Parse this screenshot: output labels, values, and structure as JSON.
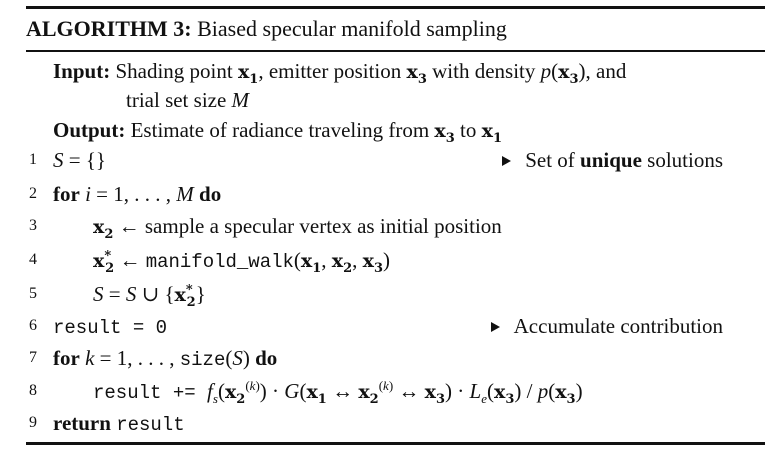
{
  "algorithm": {
    "label": "ALGORITHM 3:",
    "title": "Biased specular manifold sampling",
    "input_label": "Input:",
    "input_line1_a": "Shading point ",
    "input_line1_b": ", emitter position ",
    "input_line1_c": " with density ",
    "input_line1_d": ", and",
    "input_line2_a": "trial set size ",
    "input_line2_var": "M",
    "output_label": "Output:",
    "output_text_a": "Estimate of radiance traveling from ",
    "output_text_b": " to ",
    "lines": [
      {
        "n": "1",
        "comment": "Set of ",
        "comment_bold": "unique",
        "comment_end": " solutions"
      },
      {
        "n": "2"
      },
      {
        "n": "3",
        "text": " sample a specular vertex as initial position"
      },
      {
        "n": "4",
        "fn": "manifold_walk"
      },
      {
        "n": "5"
      },
      {
        "n": "6",
        "var": "result",
        "rhs": " = 0",
        "comment": "Accumulate contribution"
      },
      {
        "n": "7",
        "fn": "size"
      },
      {
        "n": "8",
        "var": "result",
        "op": " += "
      },
      {
        "n": "9",
        "kw": "return",
        "var": "result"
      }
    ],
    "kw_for": "for",
    "kw_do": "do",
    "symbols": {
      "x1": "x",
      "x2": "x",
      "x3": "x"
    }
  }
}
